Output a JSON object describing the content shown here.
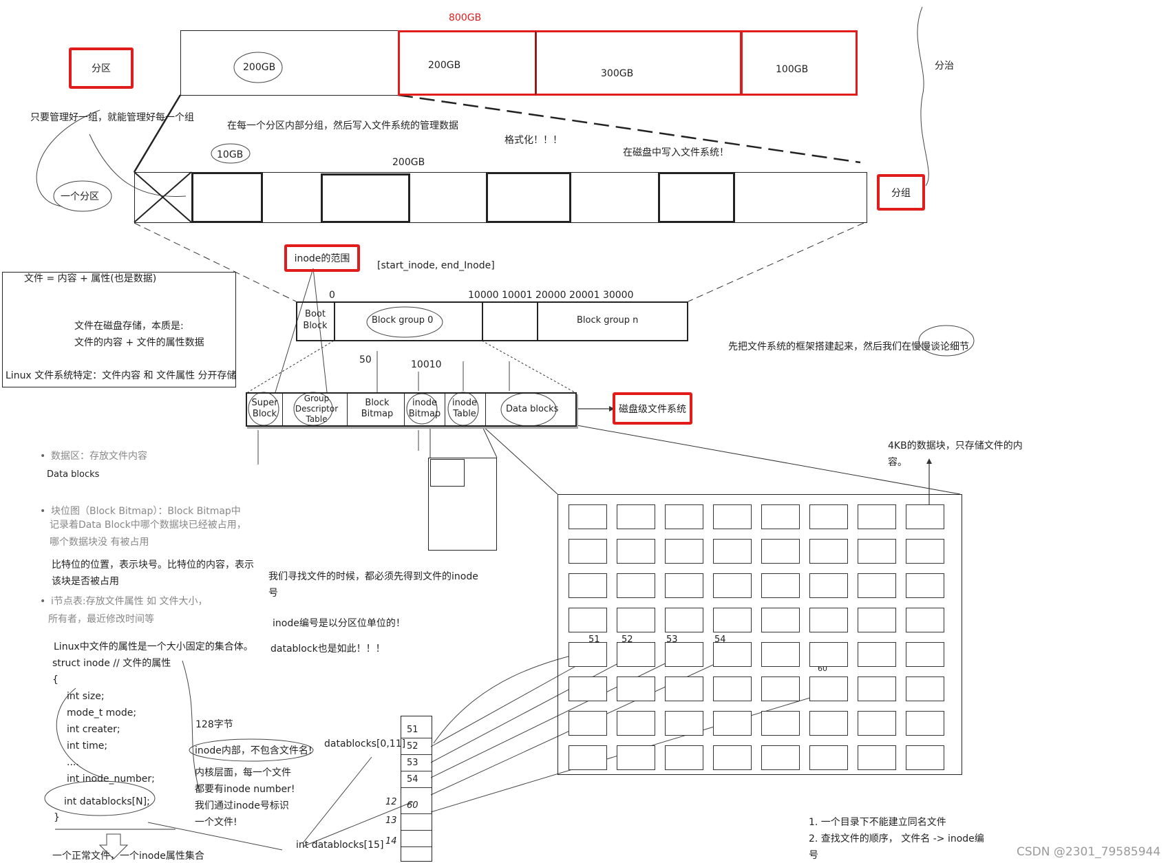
{
  "partition_bar": {
    "total": "800GB",
    "segments": [
      "200GB",
      "200GB",
      "300GB",
      "100GB"
    ]
  },
  "labels": {
    "partition": "分区",
    "divide_conquer": "分治",
    "manage_group": "只要管理好一组，就能管理好每一个组",
    "one_partition": "一个分区",
    "group_in_partition": "在每一个分区内部分组，然后写入文件系统的管理数据",
    "format": "格式化！！！",
    "write_fs": "在磁盘中写入文件系统！",
    "size_10gb": "10GB",
    "size_200gb": "200GB",
    "grouping": "分组",
    "inode_range": "inode的范围",
    "start_end": "[start_inode, end_Inode]",
    "ranges": "10000 10001  20000 20001 30000",
    "zero": "0",
    "framework_first": "先把文件系统的框架搭建起来，然后我们在慢慢谈论细节",
    "disk_fs": "磁盘级文件系统",
    "n50": "50",
    "n10010": "10010",
    "four_kb": "4KB的数据块，只存储文件的内",
    "four_kb_2": "容。",
    "find_inode": "我们寻找文件的时候，都必须先得到文件的inode",
    "find_inode_2": "号",
    "inode_unit": "inode编号是以分区位单位的！",
    "datablock_too": "datablock也是如此！！！",
    "bytes128": "128字节",
    "no_filename": "inode内部，不包含文件名!",
    "kernel_1": "内核层面，每一个文件",
    "kernel_2": "都要有inode number!",
    "kernel_3": "我们通过inode号标识",
    "kernel_4": "一个文件!",
    "datablocks_arr": "datablocks[0,11]",
    "int_datablocks15": "int datablocks[15]",
    "rule1": "1. 一个目录下不能建立同名文件",
    "rule2": "2. 查找文件的顺序，  文件名 -> inode编",
    "rule2b": "号",
    "watermark": "CSDN @2301_79585944"
  },
  "block_group": {
    "boot": "Boot Block",
    "g0": "Block group 0",
    "gn": "Block group n"
  },
  "group_parts": [
    "Super Block",
    "Group Descriptor Table",
    "Block Bitmap",
    "inode Bitmap",
    "inode Table",
    "Data blocks"
  ],
  "file_box": {
    "line1": "文件  =  内容   +    属性(也是数据)",
    "line2": "文件在磁盘存储，本质是:",
    "line3": "文件的内容 +  文件的属性数据",
    "line4": "Linux 文件系统特定：文件内容 和 文件属性 分开存储"
  },
  "notes": {
    "data_area": "数据区：存放文件内容",
    "data_blocks": "Data blocks",
    "bitmap_1": "块位图（Block Bitmap）：Block Bitmap中",
    "bitmap_2": "记录着Data Block中哪个数据块已经被占用，",
    "bitmap_3": "哪个数据块没    有被占用",
    "bit_1": "比特位的位置，表示块号。比特位的内容，表示",
    "bit_2": "该块是否被占用",
    "inode_table_1": "i节点表:存放文件属性 如 文件大小，",
    "inode_table_2": "所有者，最近修改时间等",
    "fixed_size": "Linux中文件的属性是一个大小固定的集合体。",
    "struct": "struct inode  // 文件的属性",
    "brace": "{",
    "f1": "int size;",
    "f2": "mode_t mode;",
    "f3": "int creater;",
    "f4": "int time;",
    "f5": "....",
    "f6": "int inode_number;",
    "f7": "int datablocks[N];",
    "close": "}",
    "bottom": "一个正常文件，一个inode属性集合"
  },
  "array_cells": [
    "51",
    "52",
    "53",
    "54",
    "60"
  ],
  "array_side": [
    "12",
    "13",
    "14"
  ],
  "grid_marks": [
    "51",
    "52",
    "53",
    "54",
    "60"
  ]
}
